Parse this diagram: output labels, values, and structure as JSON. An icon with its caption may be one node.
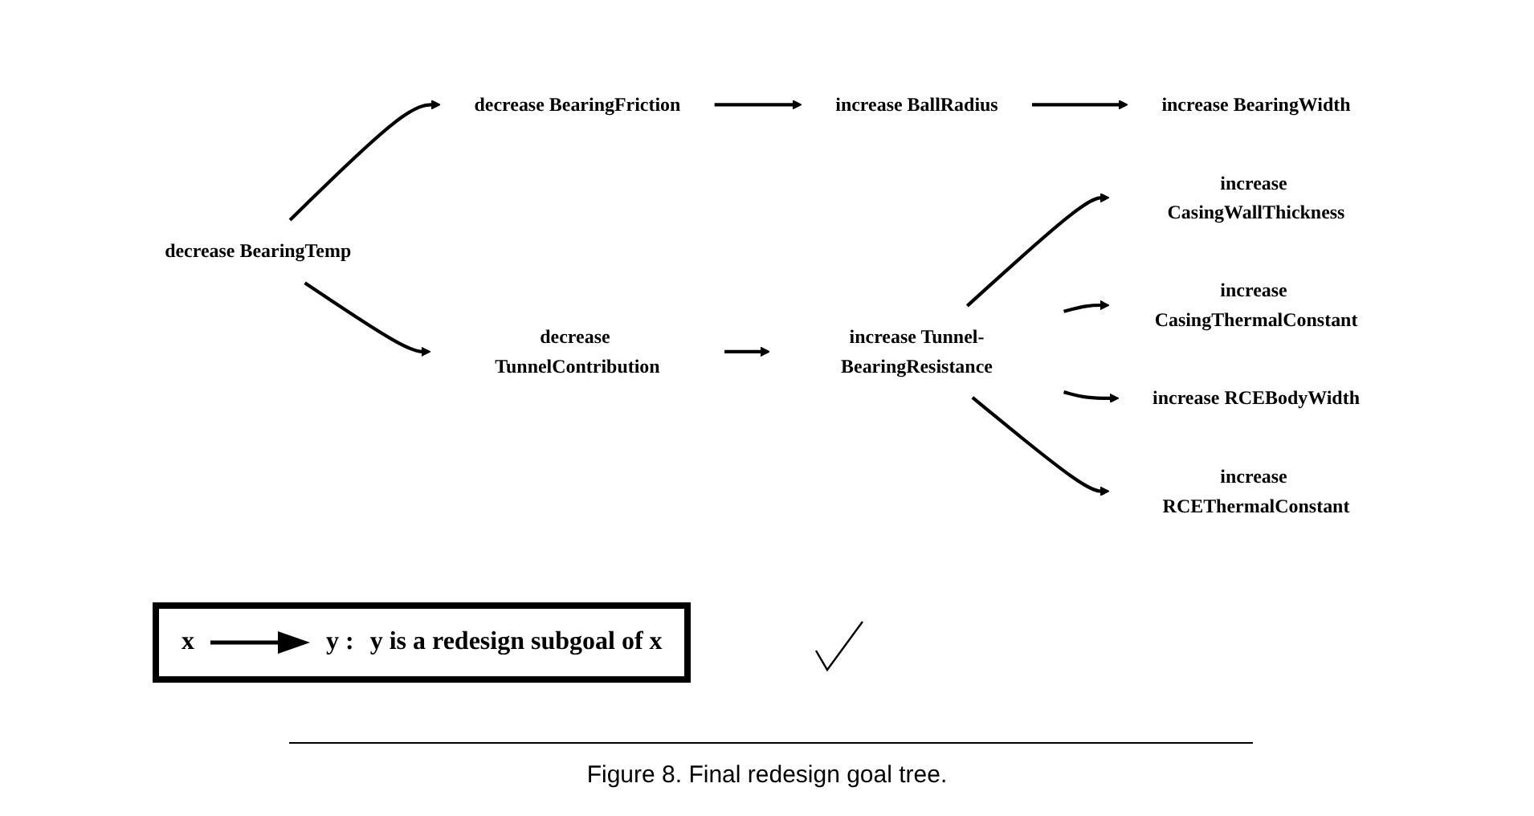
{
  "diagram": {
    "caption": "Figure 8. Final redesign goal tree.",
    "nodes": [
      {
        "text": [
          "decrease BearingTemp"
        ]
      },
      {
        "text": [
          "decrease BearingFriction"
        ]
      },
      {
        "text": [
          "increase BallRadius"
        ]
      },
      {
        "text": [
          "increase BearingWidth"
        ]
      },
      {
        "text": [
          "decrease TunnelContribution"
        ]
      },
      {
        "text": [
          "increase Tunnel-BearingResistance"
        ]
      },
      {
        "text": [
          "increase CasingWallThickness"
        ]
      },
      {
        "text": [
          "increase CasingThermalConstant"
        ]
      },
      {
        "text": [
          "increase RCEBodyWidth"
        ]
      },
      {
        "text": [
          "increase RCEThermalConstant"
        ]
      }
    ],
    "edges": [
      {
        "from": 0,
        "to": 1,
        "arrow": "to"
      },
      {
        "from": 1,
        "to": 2,
        "arrow": "to"
      },
      {
        "from": 2,
        "to": 3,
        "arrow": "to"
      },
      {
        "from": 0,
        "to": 4,
        "arrow": "to"
      },
      {
        "from": 4,
        "to": 5,
        "arrow": "to"
      },
      {
        "from": 5,
        "to": 6,
        "arrow": "to"
      },
      {
        "from": 5,
        "to": 7,
        "arrow": "to"
      },
      {
        "from": 5,
        "to": 8,
        "arrow": "to"
      },
      {
        "from": 5,
        "to": 9,
        "arrow": "to"
      }
    ],
    "labels": [
      "x",
      "y :"
    ],
    "legend": [
      {
        "text": "y is a redesign subgoal of x"
      }
    ]
  }
}
